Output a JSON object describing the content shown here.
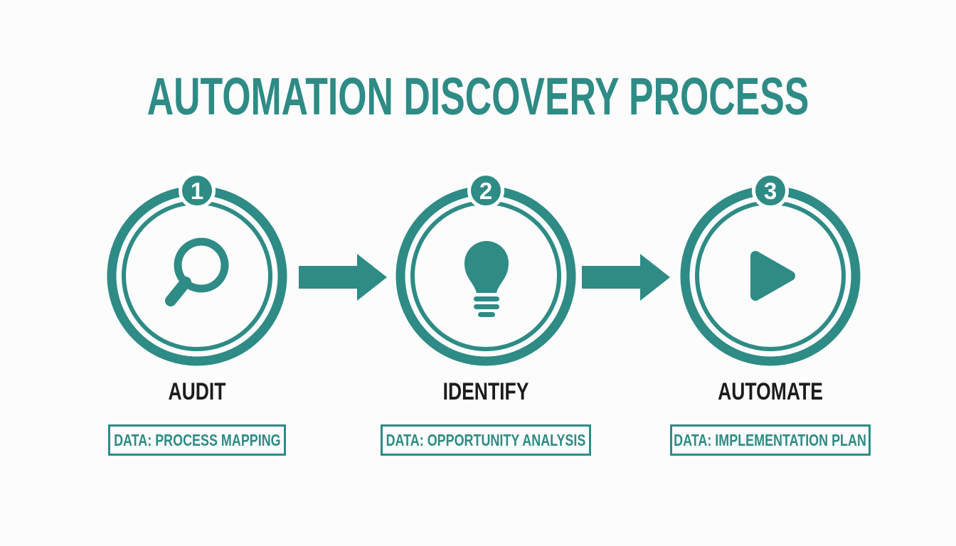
{
  "title": "AUTOMATION DISCOVERY PROCESS",
  "colors": {
    "accent": "#2e8b85",
    "label_text": "#1c1c1c",
    "background": "#fcfcfc",
    "badge_number": "#ffffff"
  },
  "steps": [
    {
      "number": "1",
      "icon": "magnifier-icon",
      "label": "AUDIT",
      "data_label": "DATA: PROCESS MAPPING"
    },
    {
      "number": "2",
      "icon": "lightbulb-icon",
      "label": "IDENTIFY",
      "data_label": "DATA: OPPORTUNITY ANALYSIS"
    },
    {
      "number": "3",
      "icon": "play-icon",
      "label": "AUTOMATE",
      "data_label": "DATA: IMPLEMENTATION PLAN"
    }
  ]
}
